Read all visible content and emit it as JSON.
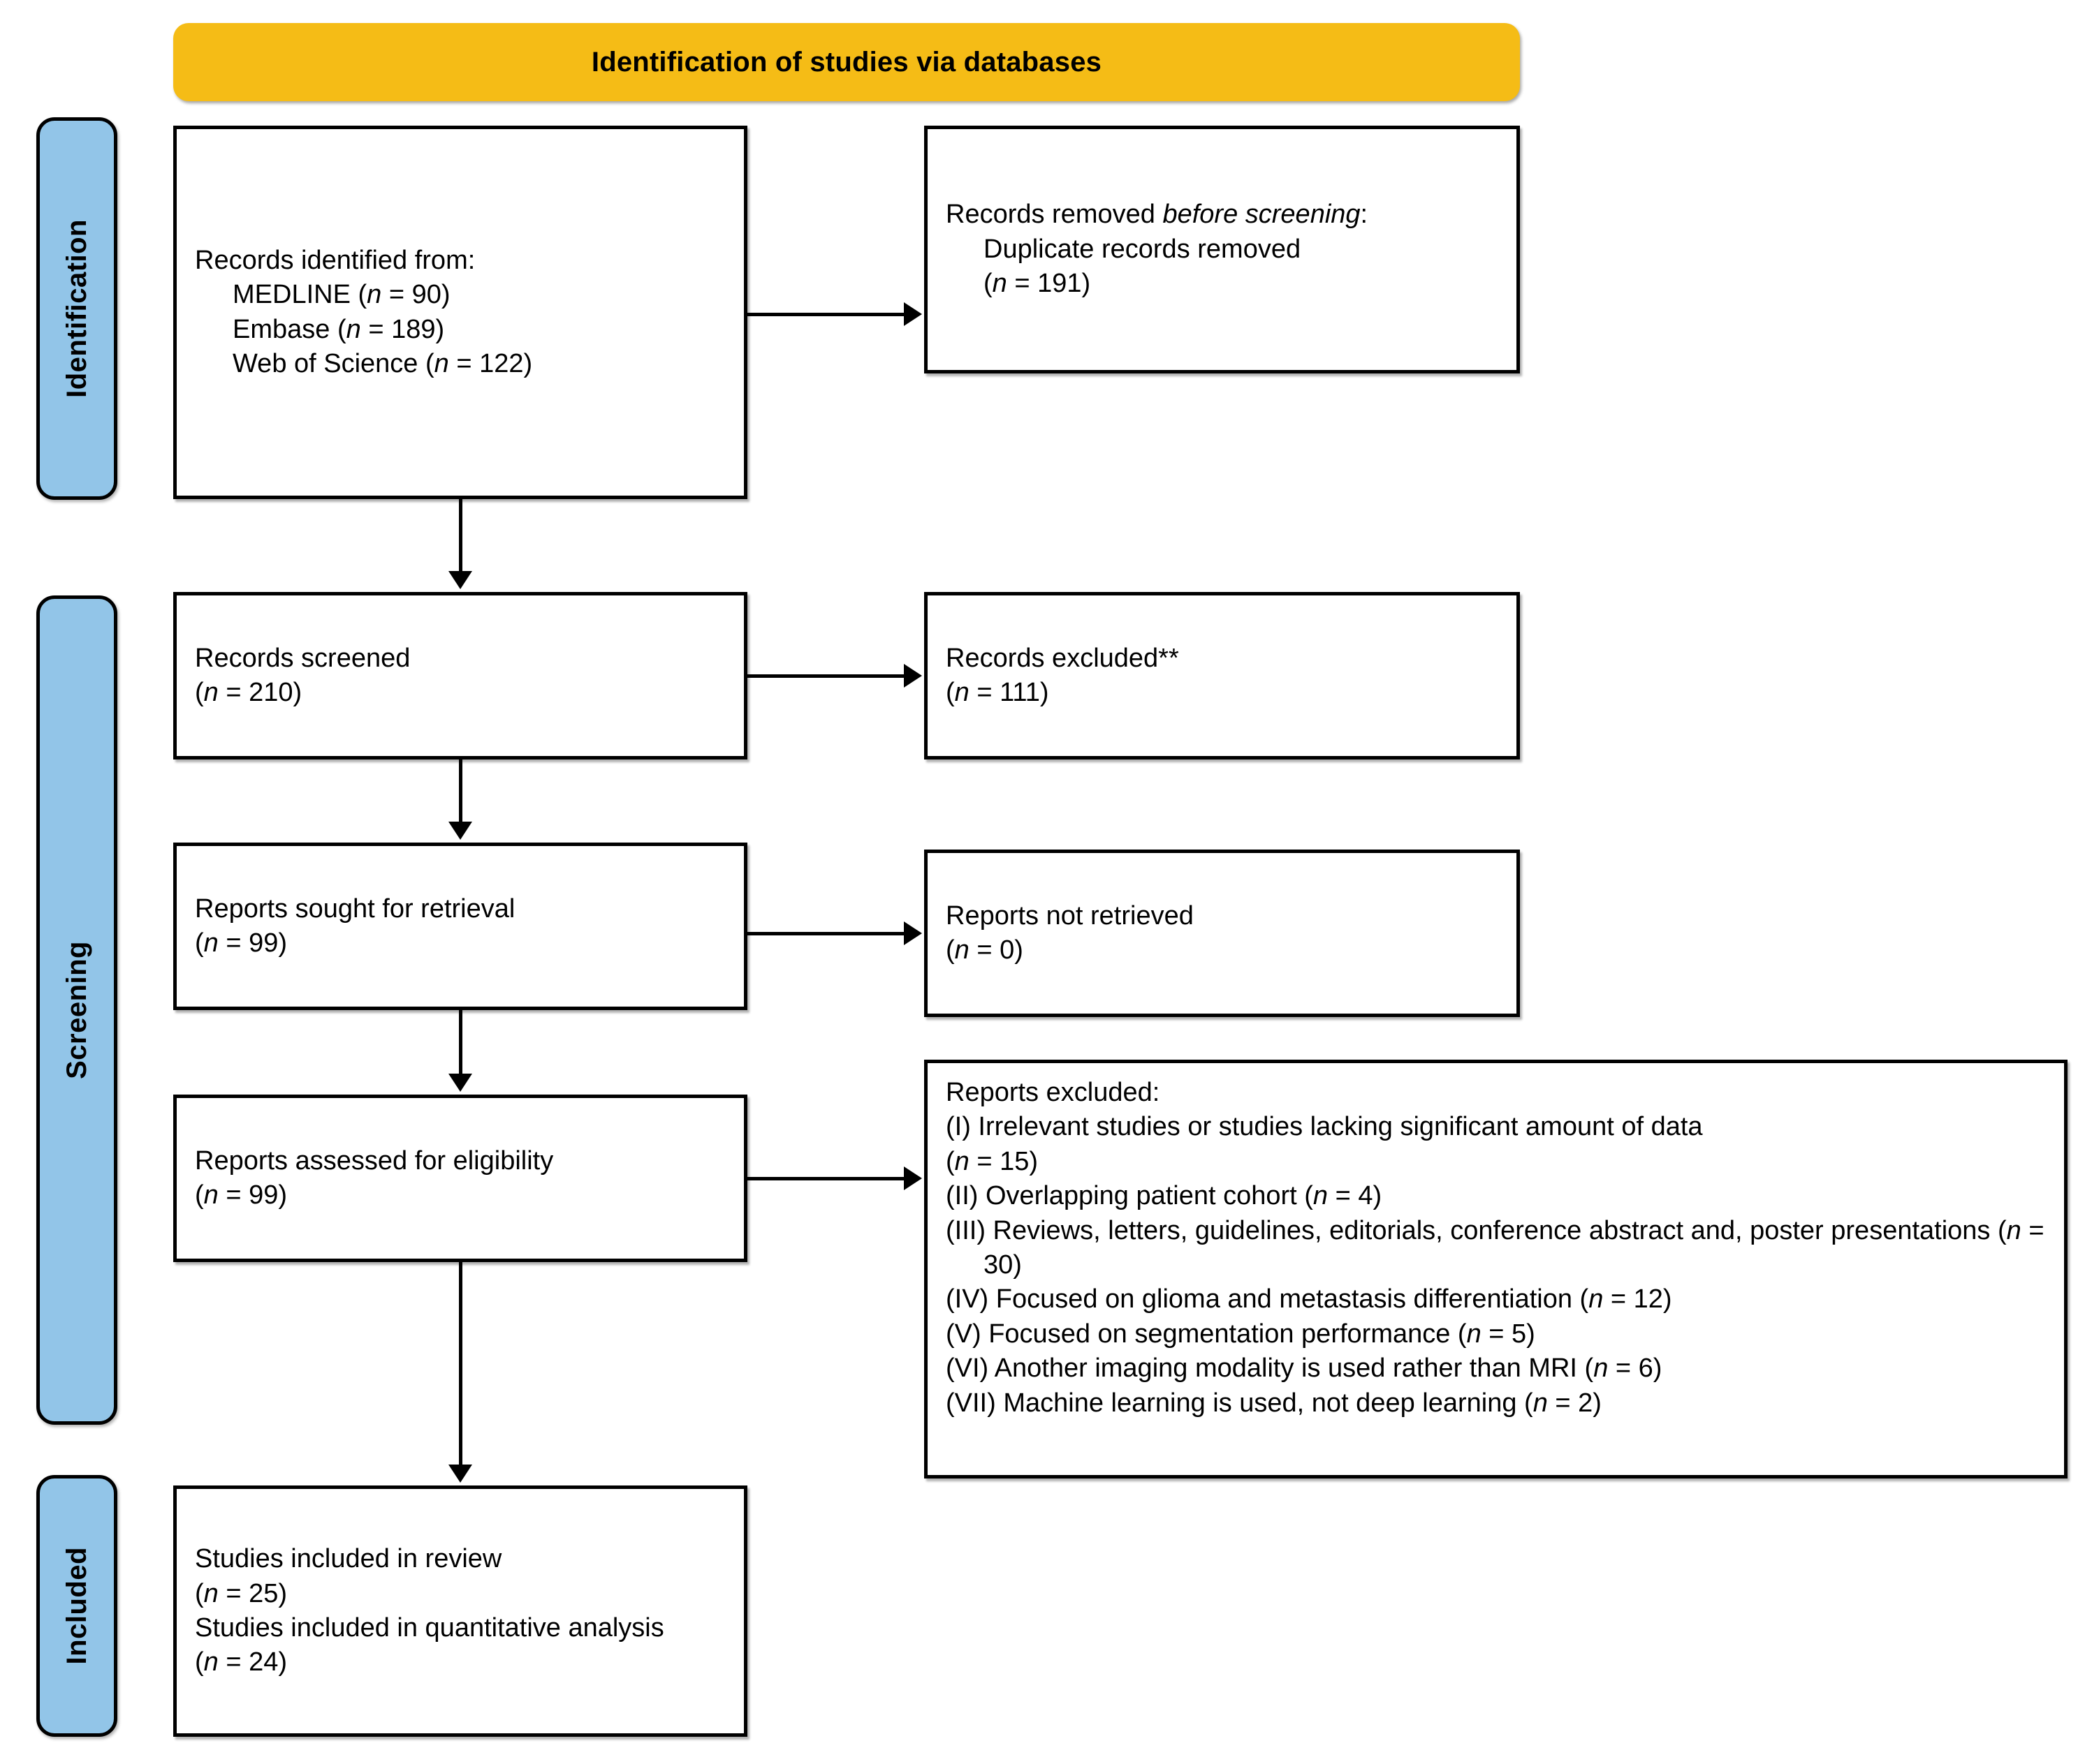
{
  "banner": {
    "title": "Identification of studies via databases",
    "color": "#F5BC16"
  },
  "stages": {
    "color": "#92C5E8",
    "identification": "Identification",
    "screening": "Screening",
    "included": "Included"
  },
  "boxes": {
    "identified": {
      "heading": "Records identified from:",
      "sources": [
        {
          "label": "MEDLINE",
          "n": "90"
        },
        {
          "label": "Embase",
          "n": "189"
        },
        {
          "label": "Web of Science",
          "n": "122"
        }
      ]
    },
    "removed": {
      "heading_plain": "Records removed ",
      "heading_italic": "before screening",
      "heading_colon": ":",
      "detail": "Duplicate records removed",
      "n": "191"
    },
    "screened": {
      "label": "Records screened",
      "n": "210"
    },
    "excluded_records": {
      "label": "Records excluded**",
      "n": "111"
    },
    "sought": {
      "label": "Reports sought for retrieval",
      "n": "99"
    },
    "not_retrieved": {
      "label": "Reports not retrieved",
      "n": "0"
    },
    "assessed": {
      "label": "Reports assessed for eligibility",
      "n": "99"
    },
    "reports_excluded": {
      "heading": "Reports excluded:",
      "reasons": [
        {
          "numeral": "(I)",
          "text": "Irrelevant studies or studies lacking significant amount of data",
          "n": "15",
          "n_on_next_line": true
        },
        {
          "numeral": "(II)",
          "text": "Overlapping patient cohort",
          "n": "4",
          "n_on_next_line": false
        },
        {
          "numeral": "(III)",
          "text": "Reviews, letters, guidelines, editorials, conference abstract and, poster presentations",
          "n": "30",
          "n_on_next_line": false
        },
        {
          "numeral": "(IV)",
          "text": "Focused on glioma and metastasis differentiation",
          "n": "12",
          "n_on_next_line": false
        },
        {
          "numeral": "(V)",
          "text": "Focused on segmentation performance",
          "n": "5",
          "n_on_next_line": false
        },
        {
          "numeral": "(VI)",
          "text": "Another imaging modality is used rather than MRI",
          "n": "6",
          "n_on_next_line": false
        },
        {
          "numeral": "(VII)",
          "text": "Machine learning is used, not deep learning",
          "n": "2",
          "n_on_next_line": false
        }
      ]
    },
    "included": {
      "line1": "Studies included in review",
      "n1": "25",
      "line2": "Studies included in quantitative analysis",
      "n2": "24"
    }
  }
}
